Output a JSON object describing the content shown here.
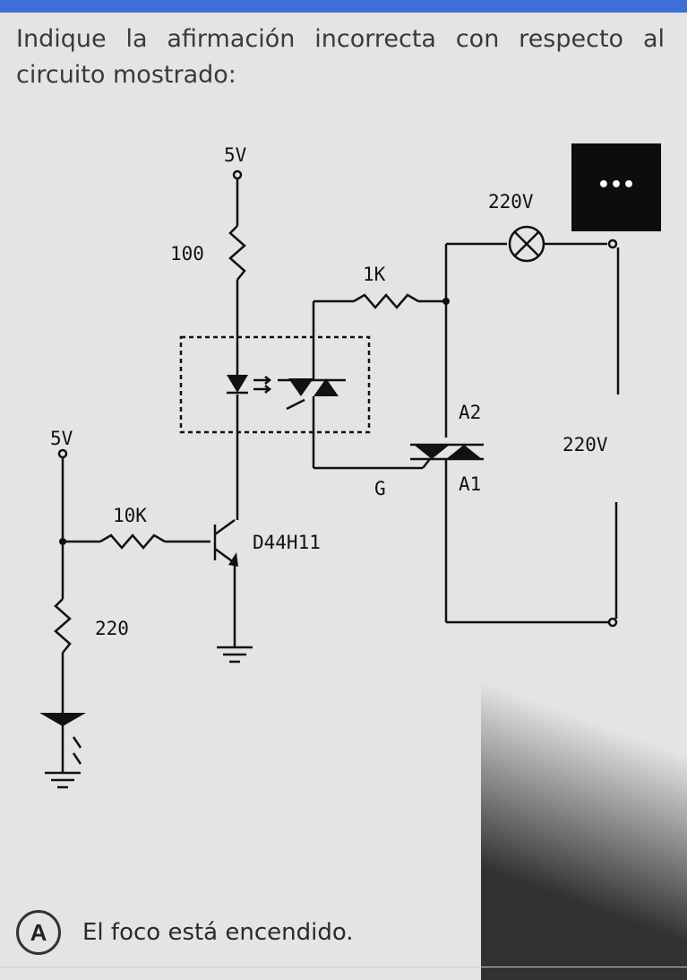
{
  "question": {
    "text": "Indique la afirmación incorrecta con respecto al circuito mostrado:"
  },
  "circuit": {
    "labels": {
      "vcc_top": "5V",
      "r_100": "100",
      "r_1k": "1K",
      "vac_lamp": "220V",
      "a2": "A2",
      "vac_right": "220V",
      "gate": "G",
      "a1": "A1",
      "vcc_left": "5V",
      "r_10k": "10K",
      "transistor": "D44H11",
      "r_220": "220"
    },
    "more_button": {
      "label": "•••",
      "icon": "more-dots-icon"
    }
  },
  "options": [
    {
      "letter": "A",
      "text": "El foco está encendido."
    }
  ],
  "colors": {
    "top_bar": "#3e6fd8",
    "background": "#e4e4e2",
    "wire": "#111111",
    "text": "#3a3a3a"
  }
}
